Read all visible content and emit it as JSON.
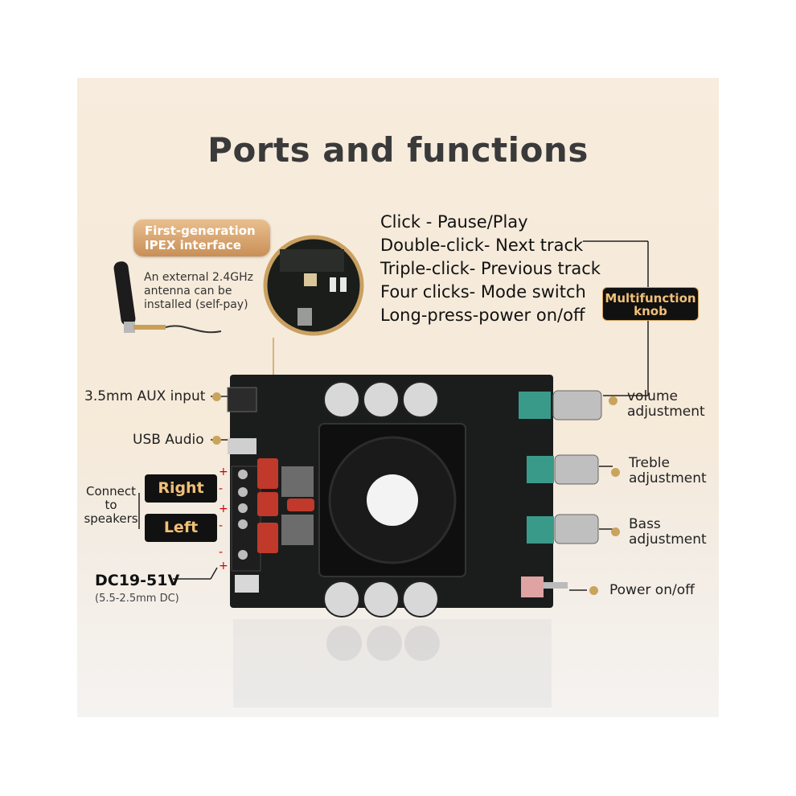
{
  "title": "Ports and functions",
  "ipex": {
    "badge_line1": "First-generation",
    "badge_line2": "IPEX interface",
    "note_line1": "An external 2.4GHz",
    "note_line2": "antenna can be",
    "note_line3": "installed (self-pay)"
  },
  "knob_functions": [
    "Click - Pause/Play",
    "Double-click- Next track",
    "Triple-click- Previous track",
    "Four clicks- Mode switch",
    "Long-press-power on/off"
  ],
  "knob_badge": {
    "line1": "Multifunction",
    "line2": "knob"
  },
  "left_labels": {
    "aux": "3.5mm AUX input",
    "usb": "USB Audio",
    "connect_line1": "Connect",
    "connect_line2": "to",
    "connect_line3": "speakers",
    "right": "Right",
    "left": "Left",
    "dc": "DC19-51V",
    "dc_sub": "(5.5-2.5mm DC)"
  },
  "right_labels": {
    "volume_line1": "volume",
    "volume_line2": "adjustment",
    "treble_line1": "Treble",
    "treble_line2": "adjustment",
    "bass_line1": "Bass",
    "bass_line2": "adjustment",
    "power": "Power on/off"
  },
  "accent_gold": "#c9a45c",
  "badge_dark": "#111111"
}
